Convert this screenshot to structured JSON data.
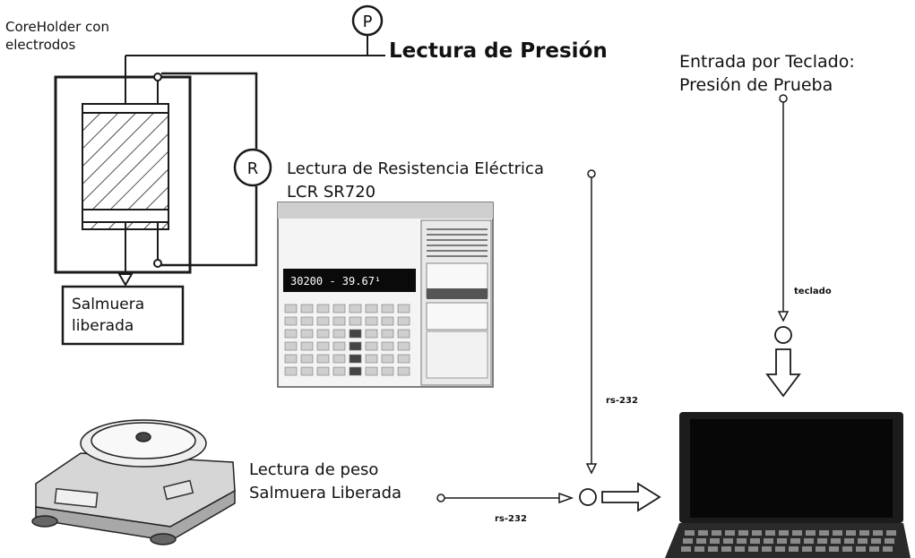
{
  "labels": {
    "coreholder": "CoreHolder con\nelectrodos",
    "pressure_reading": "Lectura de Presión",
    "keyboard_input": "Entrada por Teclado:\n  Presión de Prueba",
    "resistance_reading": "Lectura de Resistencia Eléctrica\nLCR SR720",
    "released_brine": "Salmuera\nliberada",
    "weight_reading": "Lectura de peso\nSalmuera Liberada",
    "rs232_vertical": "rs-232",
    "rs232_horizontal": "rs-232",
    "keyboard_link": "teclado",
    "pressure_gauge_letter": "P",
    "resistance_meter_letter": "R",
    "lcr_display": "30200 -    39.67¹"
  },
  "colors": {
    "line": "#1a1a1a",
    "screen": "#0a0a0a",
    "device_gray": "#d9d9d9"
  },
  "icons": [
    "pressure-gauge-icon",
    "resistance-meter-icon",
    "lcr-meter-icon",
    "scale-icon",
    "laptop-icon",
    "arrow-right-icon",
    "arrow-down-icon"
  ]
}
